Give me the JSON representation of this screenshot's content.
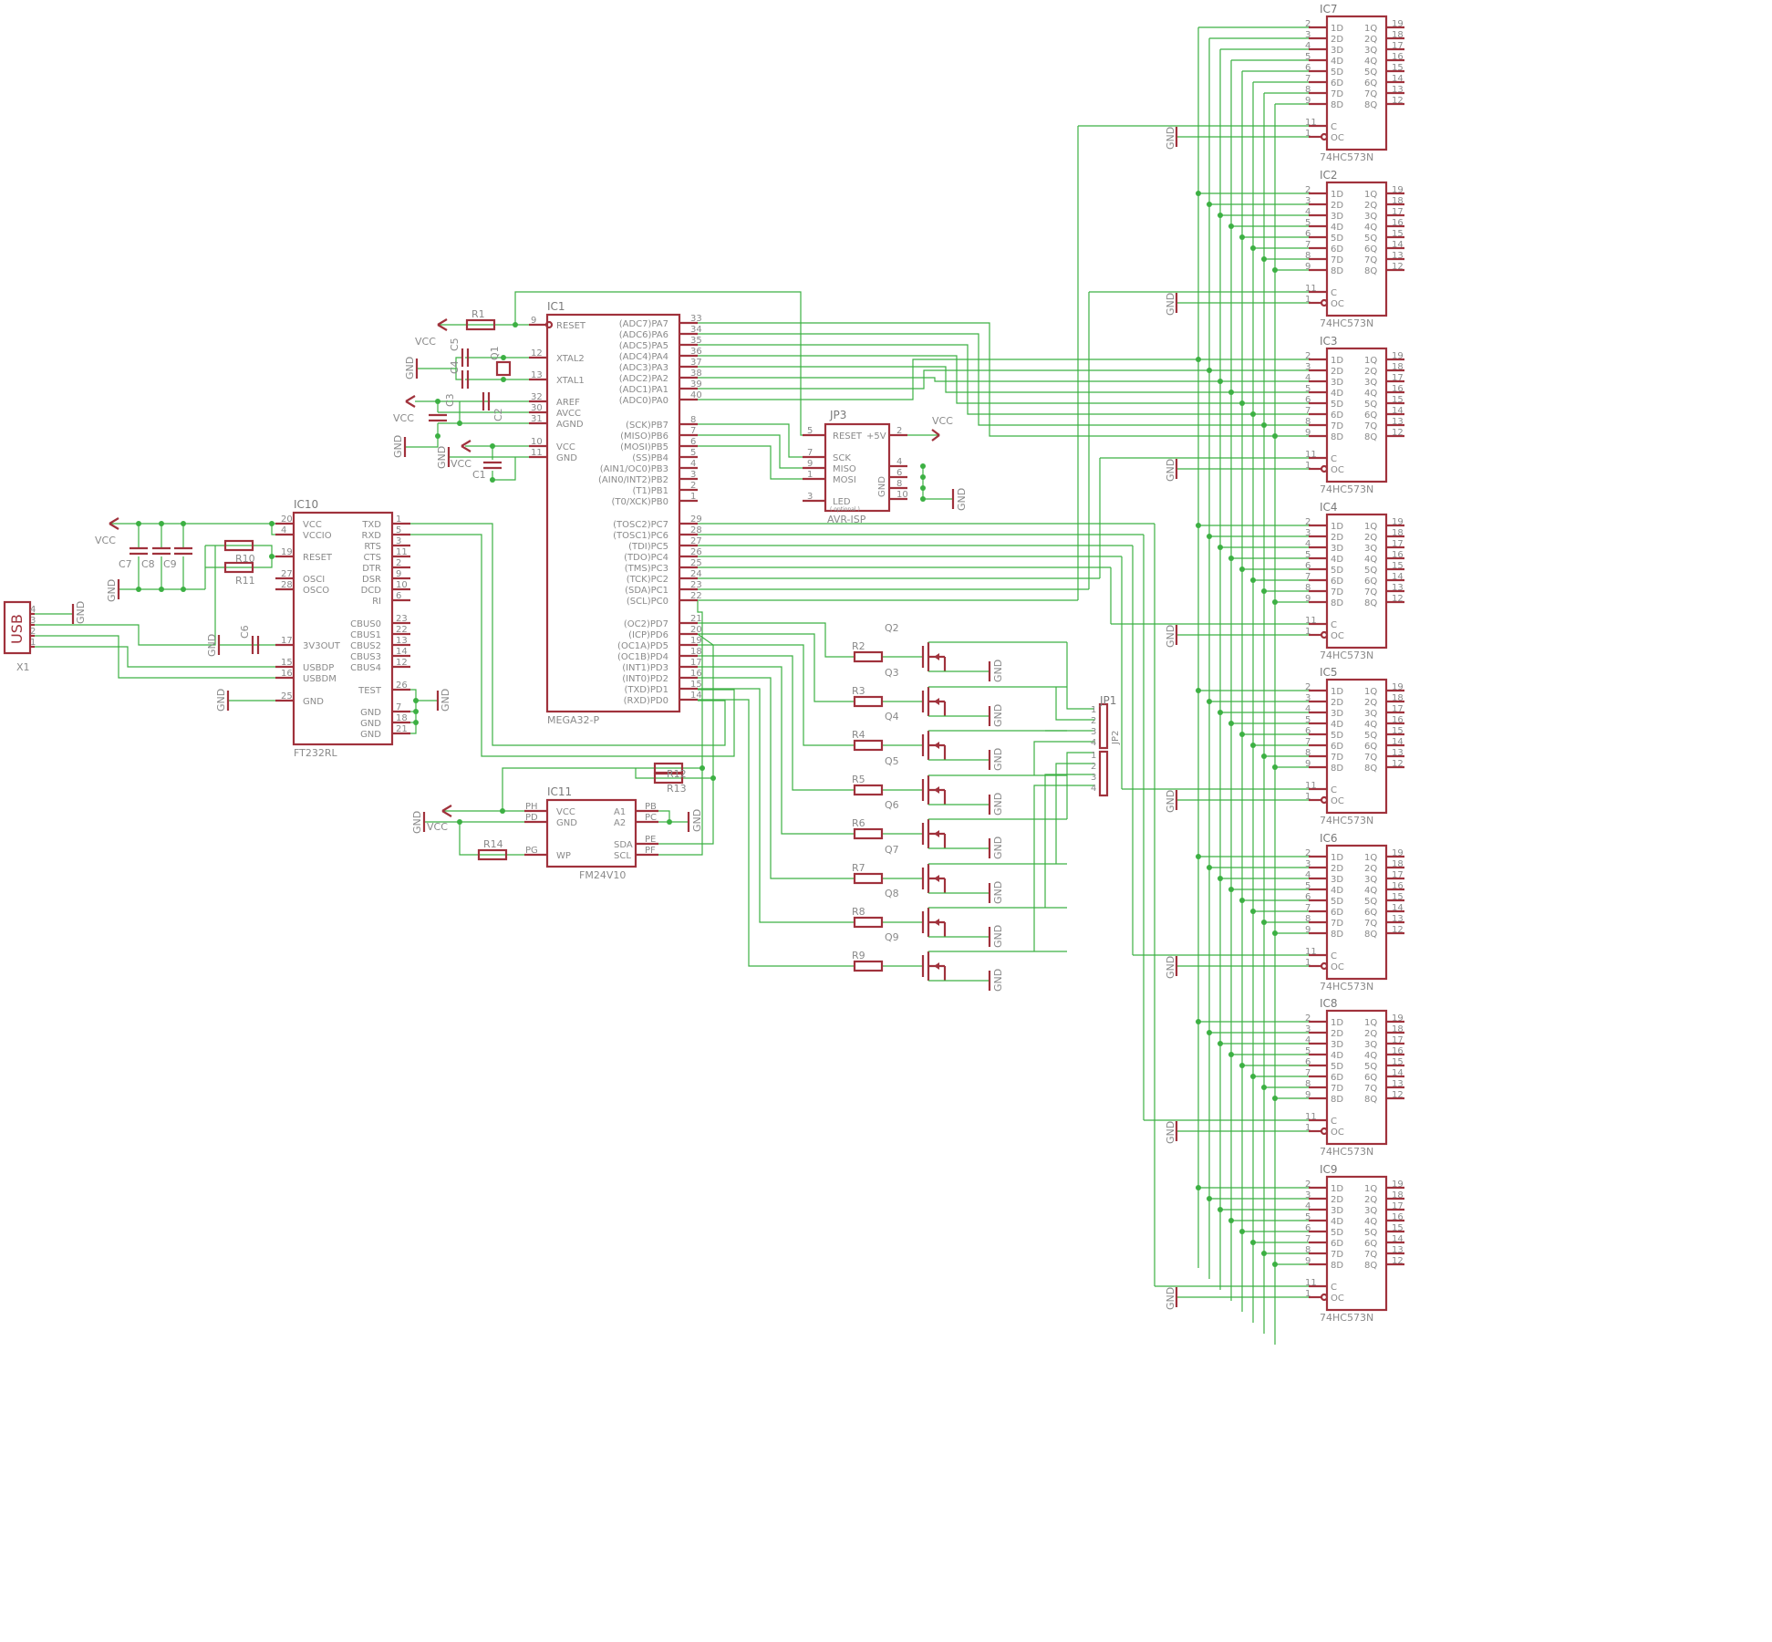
{
  "latches": {
    "part": "74HC573N",
    "names": [
      "IC7",
      "IC2",
      "IC3",
      "IC4",
      "IC5",
      "IC6",
      "IC8",
      "IC9"
    ],
    "d_pins": [
      "1D",
      "2D",
      "3D",
      "4D",
      "5D",
      "6D",
      "7D",
      "8D"
    ],
    "q_pins": [
      "1Q",
      "2Q",
      "3Q",
      "4Q",
      "5Q",
      "6Q",
      "7Q",
      "8Q"
    ],
    "d_nums": [
      "2",
      "3",
      "4",
      "5",
      "6",
      "7",
      "8",
      "9"
    ],
    "q_nums": [
      "19",
      "18",
      "17",
      "16",
      "15",
      "14",
      "13",
      "12"
    ],
    "c_pin": "C",
    "oc_pin": "OC",
    "c_num": "11",
    "oc_num": "1",
    "gnd": "GND"
  },
  "mcu": {
    "name": "IC1",
    "part": "MEGA32-P",
    "left_pins": [
      {
        "n": "9",
        "l": "RESET"
      },
      {
        "n": "12",
        "l": "XTAL2"
      },
      {
        "n": "13",
        "l": "XTAL1"
      },
      {
        "n": "32",
        "l": "AREF"
      },
      {
        "n": "30",
        "l": "AVCC"
      },
      {
        "n": "31",
        "l": "AGND"
      },
      {
        "n": "10",
        "l": "VCC"
      },
      {
        "n": "11",
        "l": "GND"
      }
    ],
    "right_pins": [
      {
        "n": "33",
        "l": "(ADC7)PA7"
      },
      {
        "n": "34",
        "l": "(ADC6)PA6"
      },
      {
        "n": "35",
        "l": "(ADC5)PA5"
      },
      {
        "n": "36",
        "l": "(ADC4)PA4"
      },
      {
        "n": "37",
        "l": "(ADC3)PA3"
      },
      {
        "n": "38",
        "l": "(ADC2)PA2"
      },
      {
        "n": "39",
        "l": "(ADC1)PA1"
      },
      {
        "n": "40",
        "l": "(ADC0)PA0"
      },
      {
        "n": "8",
        "l": "(SCK)PB7"
      },
      {
        "n": "7",
        "l": "(MISO)PB6"
      },
      {
        "n": "6",
        "l": "(MOSI)PB5"
      },
      {
        "n": "5",
        "l": "(SS)PB4"
      },
      {
        "n": "4",
        "l": "(AIN1/OC0)PB3"
      },
      {
        "n": "3",
        "l": "(AIN0/INT2)PB2"
      },
      {
        "n": "2",
        "l": "(T1)PB1"
      },
      {
        "n": "1",
        "l": "(T0/XCK)PB0"
      },
      {
        "n": "29",
        "l": "(TOSC2)PC7"
      },
      {
        "n": "28",
        "l": "(TOSC1)PC6"
      },
      {
        "n": "27",
        "l": "(TDI)PC5"
      },
      {
        "n": "26",
        "l": "(TDO)PC4"
      },
      {
        "n": "25",
        "l": "(TMS)PC3"
      },
      {
        "n": "24",
        "l": "(TCK)PC2"
      },
      {
        "n": "23",
        "l": "(SDA)PC1"
      },
      {
        "n": "22",
        "l": "(SCL)PC0"
      },
      {
        "n": "21",
        "l": "(OC2)PD7"
      },
      {
        "n": "20",
        "l": "(ICP)PD6"
      },
      {
        "n": "19",
        "l": "(OC1A)PD5"
      },
      {
        "n": "18",
        "l": "(OC1B)PD4"
      },
      {
        "n": "17",
        "l": "(INT1)PD3"
      },
      {
        "n": "16",
        "l": "(INT0)PD2"
      },
      {
        "n": "15",
        "l": "(TXD)PD1"
      },
      {
        "n": "14",
        "l": "(RXD)PD0"
      }
    ]
  },
  "ftdi": {
    "name": "IC10",
    "part": "FT232RL",
    "left_pins": [
      {
        "n": "20",
        "l": "VCC"
      },
      {
        "n": "4",
        "l": "VCCIO"
      },
      {
        "n": "19",
        "l": "RESET"
      },
      {
        "n": "27",
        "l": "OSCI"
      },
      {
        "n": "28",
        "l": "OSCO"
      },
      {
        "n": "17",
        "l": "3V3OUT"
      },
      {
        "n": "15",
        "l": "USBDP"
      },
      {
        "n": "16",
        "l": "USBDM"
      },
      {
        "n": "25",
        "l": "GND"
      }
    ],
    "right_pins": [
      {
        "n": "1",
        "l": "TXD"
      },
      {
        "n": "5",
        "l": "RXD"
      },
      {
        "n": "3",
        "l": "RTS"
      },
      {
        "n": "11",
        "l": "CTS"
      },
      {
        "n": "2",
        "l": "DTR"
      },
      {
        "n": "9",
        "l": "DSR"
      },
      {
        "n": "10",
        "l": "DCD"
      },
      {
        "n": "6",
        "l": "RI"
      },
      {
        "n": "23",
        "l": "CBUS0"
      },
      {
        "n": "22",
        "l": "CBUS1"
      },
      {
        "n": "13",
        "l": "CBUS2"
      },
      {
        "n": "14",
        "l": "CBUS3"
      },
      {
        "n": "12",
        "l": "CBUS4"
      },
      {
        "n": "26",
        "l": "TEST"
      },
      {
        "n": "7",
        "l": "GND"
      },
      {
        "n": "18",
        "l": "GND"
      },
      {
        "n": "21",
        "l": "GND"
      }
    ]
  },
  "isp": {
    "name": "JP3",
    "part": "AVR-ISP",
    "reset": "RESET",
    "plus5": "+5V",
    "sck": "SCK",
    "miso": "MISO",
    "mosi": "MOSI",
    "led": "LED",
    "optional": "( optional )",
    "gnd": "GND",
    "nums": {
      "reset": "5",
      "plus5": "2",
      "sck": "7",
      "miso": "9",
      "mosi": "1",
      "led": "3",
      "g4": "4",
      "g6": "6",
      "g8": "8",
      "g10": "10"
    }
  },
  "eeprom": {
    "name": "IC11",
    "part": "FM24V10",
    "vcc": "VCC",
    "gnd": "GND",
    "wp": "WP",
    "a1": "A1",
    "a2": "A2",
    "sda": "SDA",
    "scl": "SCL",
    "pins": {
      "ph": "PH",
      "pd": "PD",
      "pg": "PG",
      "pb": "PB",
      "pc": "PC",
      "pe": "PE",
      "pf": "PF"
    }
  },
  "usb": {
    "name": "X1",
    "label": "USB",
    "pins": [
      "4",
      "3",
      "2",
      "1"
    ]
  },
  "jp1": {
    "name": "JP1",
    "name2": "JP2",
    "pins": [
      "1",
      "2",
      "3",
      "4"
    ]
  },
  "transistors": [
    "Q2",
    "Q3",
    "Q4",
    "Q5",
    "Q6",
    "Q7",
    "Q8",
    "Q9"
  ],
  "base_resistors": [
    "R2",
    "R3",
    "R4",
    "R5",
    "R6",
    "R7",
    "R8",
    "R9"
  ],
  "resistors": {
    "r1": "R1",
    "r10": "R10",
    "r11": "R11",
    "r12": "R12",
    "r13": "R13",
    "r14": "R14"
  },
  "caps": {
    "c1": "C1",
    "c2": "C2",
    "c3": "C3",
    "c4": "C4",
    "c5": "C5",
    "c6": "C6",
    "c7": "C7",
    "c8": "C8",
    "c9": "C9"
  },
  "crystal": "Q1",
  "power": {
    "vcc": "VCC",
    "gnd": "GND"
  }
}
